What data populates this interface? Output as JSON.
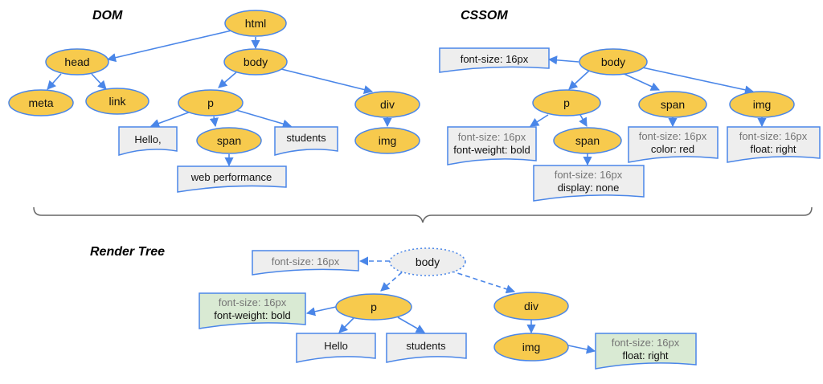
{
  "colors": {
    "node_fill": "#F7CA4D",
    "node_stroke": "#4A86E8",
    "edge": "#4A86E8",
    "doc_fill_grey": "#EEEEEE",
    "doc_fill_green": "#D9EAD3",
    "muted_text": "#757575",
    "brace": "#666666"
  },
  "icons": {
    "element_node": "ellipse",
    "style_or_text_node": "document-shape",
    "excluded_node": "dotted-ellipse",
    "merge_marker": "curly-brace"
  },
  "titles": {
    "dom": "DOM",
    "cssom": "CSSOM",
    "render_tree": "Render Tree"
  },
  "dom": {
    "nodes": {
      "html": "html",
      "head": "head",
      "body": "body",
      "meta": "meta",
      "link": "link",
      "p": "p",
      "div": "div",
      "span": "span",
      "img": "img"
    },
    "texts": {
      "hello": "Hello,",
      "students": "students",
      "web_performance": "web performance"
    }
  },
  "cssom": {
    "nodes": {
      "body": "body",
      "p": "p",
      "span_nested": "span",
      "span": "span",
      "img": "img"
    },
    "styles": {
      "body_font": "font-size: 16px",
      "p_font": "font-size: 16px",
      "p_weight": "font-weight: bold",
      "nested_span_font": "font-size: 16px",
      "nested_span_display": "display: none",
      "span_font": "font-size: 16px",
      "span_color": "color: red",
      "img_font": "font-size: 16px",
      "img_float": "float: right"
    }
  },
  "render_tree": {
    "nodes": {
      "body": "body",
      "p": "p",
      "div": "div",
      "img": "img"
    },
    "texts": {
      "hello": "Hello",
      "students": "students"
    },
    "styles": {
      "body_font": "font-size: 16px",
      "p_font": "font-size: 16px",
      "p_weight": "font-weight: bold",
      "img_font": "font-size: 16px",
      "img_float": "float: right"
    }
  }
}
